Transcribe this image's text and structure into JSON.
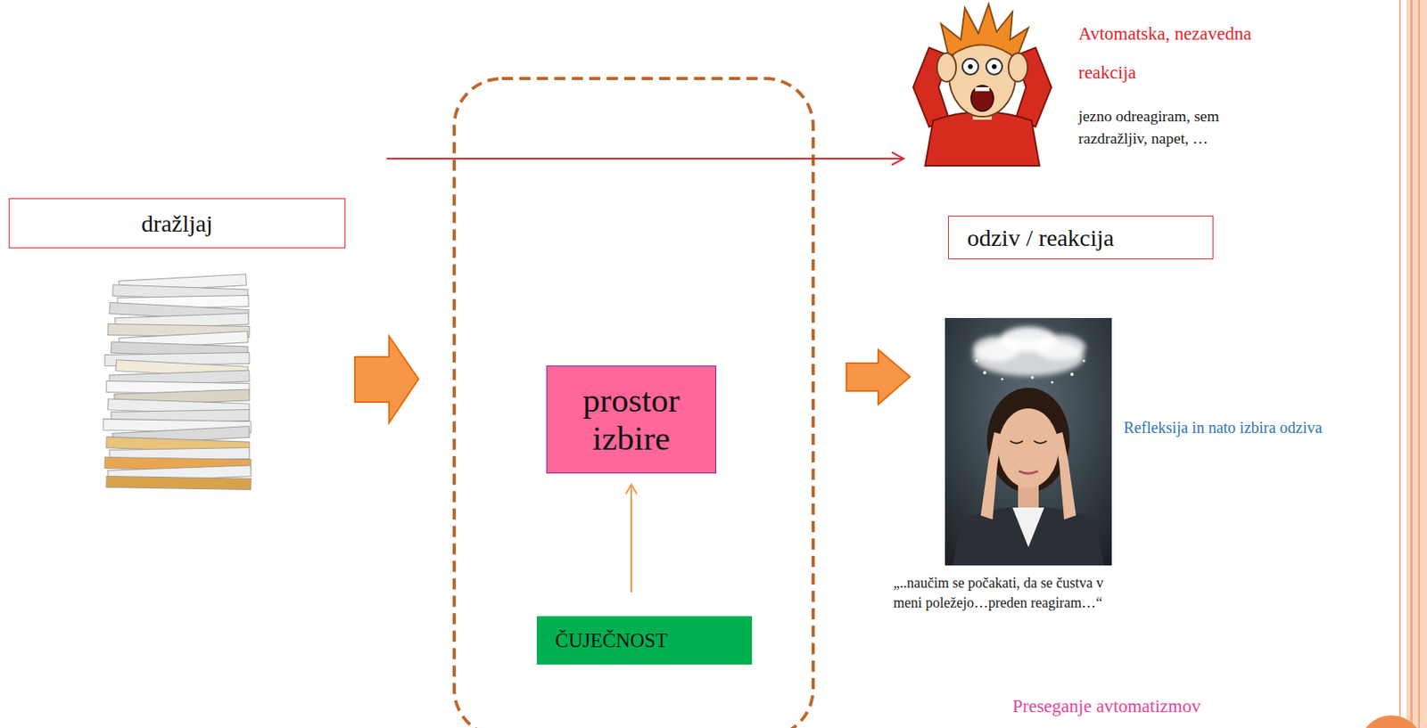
{
  "diagram": {
    "nodes": [
      {
        "text": [
          "dražljaj"
        ]
      },
      {
        "text": [
          "prostor izbire"
        ]
      },
      {
        "text": [
          "ČUJEČNOST"
        ]
      },
      {
        "text": [
          "odziv / reakcija"
        ]
      }
    ],
    "edges": [
      {
        "from": 2,
        "to": 1,
        "arrow": "to"
      }
    ],
    "labels": [
      "Avtomatska, nezavedna reakcija",
      "jezno odreagiram, sem razdražljiv, napet, …",
      "Refleksija in nato izbira odziva",
      "„..naučim se počakati, da se čustva v meni poležejo…preden reagiram…“",
      "Preseganje avtomatizmov"
    ]
  }
}
